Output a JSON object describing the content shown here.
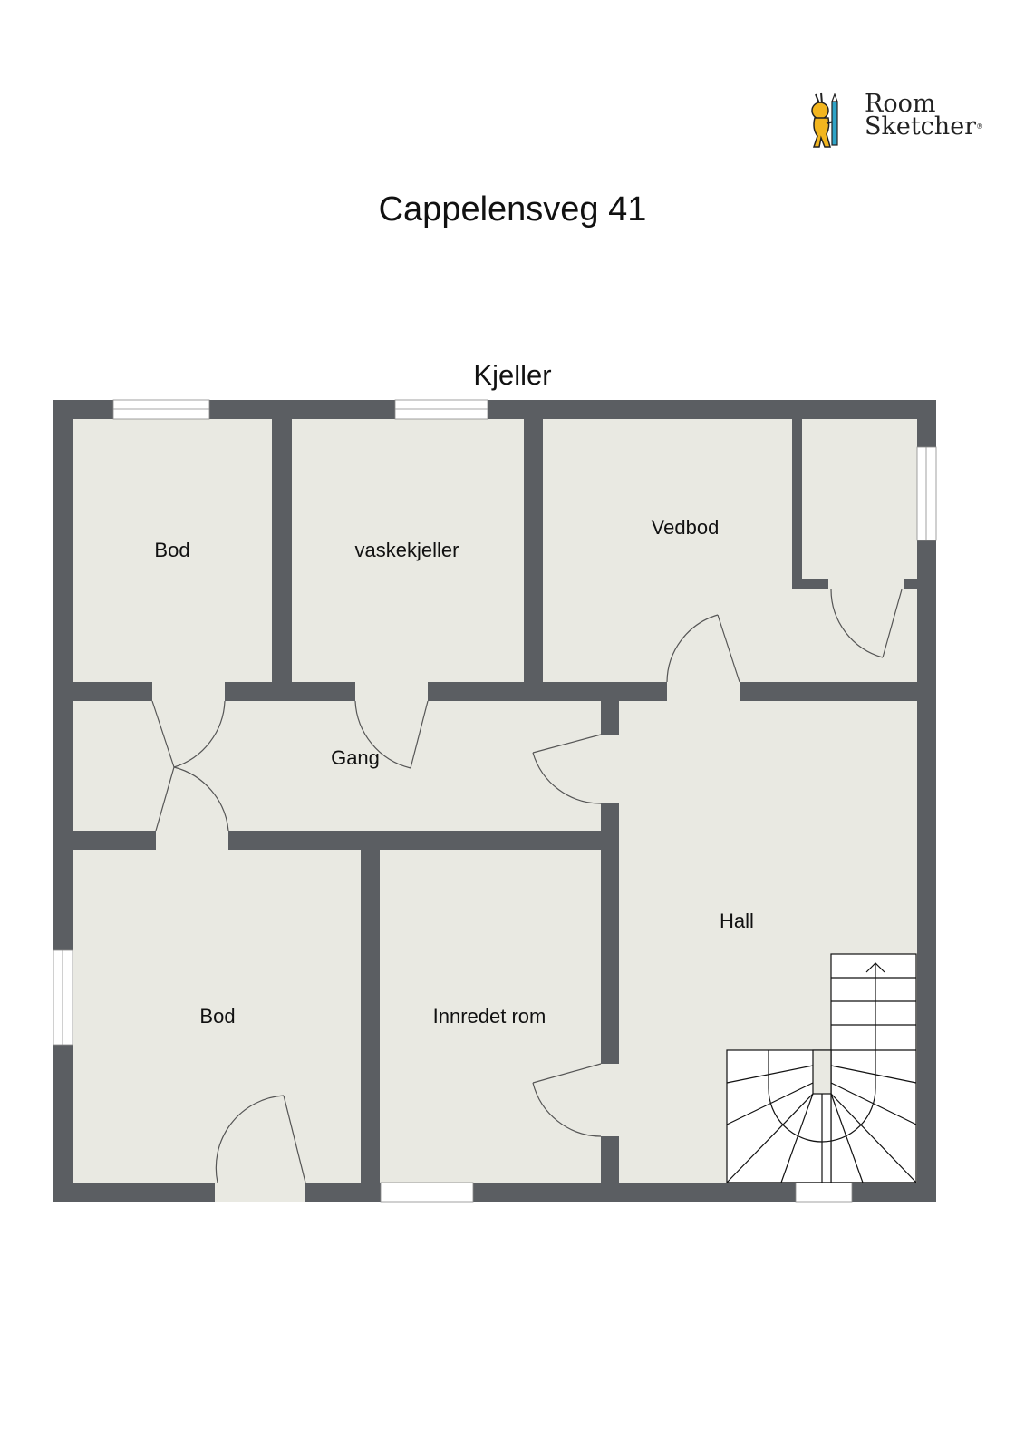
{
  "header": {
    "title": "Cappelensveg 41",
    "floor": "Kjeller",
    "logo": {
      "line1": "Room",
      "line2": "Sketcher",
      "mark": "®",
      "icon": "roomsketcher-mascot-icon"
    }
  },
  "colors": {
    "wall": "#5b5e62",
    "floor": "#e9e9e2",
    "window": "#ffffff",
    "line": "#555555",
    "text": "#111111",
    "mascot_yellow": "#f2b51e",
    "pencil_blue": "#2ea3c7"
  },
  "rooms": [
    {
      "id": "bod-1",
      "label": "Bod"
    },
    {
      "id": "vaskekjeller",
      "label": "vaskekjeller"
    },
    {
      "id": "vedbod",
      "label": "Vedbod"
    },
    {
      "id": "gang",
      "label": "Gang"
    },
    {
      "id": "hall",
      "label": "Hall"
    },
    {
      "id": "bod-2",
      "label": "Bod"
    },
    {
      "id": "innredet-rom",
      "label": "Innredet rom"
    }
  ]
}
